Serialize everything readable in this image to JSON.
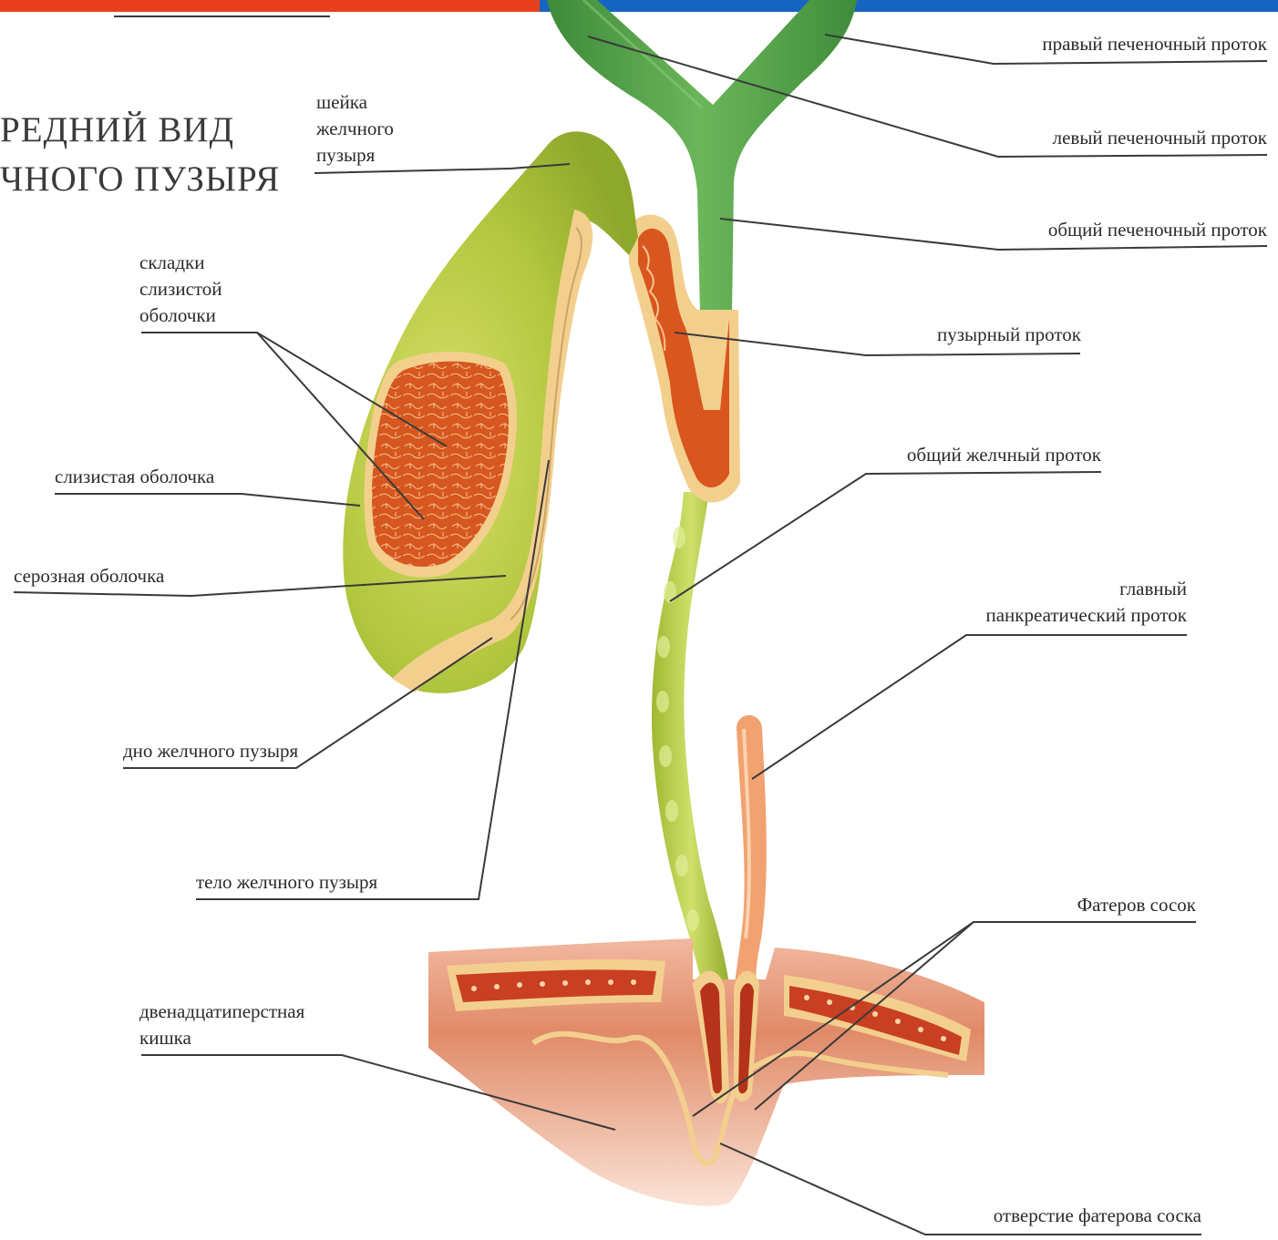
{
  "colors": {
    "bar_left": "#e8401c",
    "bar_right": "#1565c0",
    "duct_green": "#55a545",
    "bladder_green": "#a9c53a",
    "bile_lime": "#b5cc3a",
    "mucosa_orange": "#d9561e",
    "wall_cream": "#f3cf8e",
    "duodenum_red": "#d66a4a",
    "pancreatic_peach": "#f2a170",
    "leader_line": "#3a3a3a"
  },
  "title": {
    "line1": "РЕДНИЙ ВИД",
    "line2": "ЧНОГО ПУЗЫРЯ"
  },
  "labels": {
    "neck": [
      "шейка",
      "желчного",
      "пузыря"
    ],
    "right_hepatic": "правый печеночный проток",
    "left_hepatic": "левый печеночный проток",
    "common_hepatic": "общий печеночный проток",
    "cystic_duct": "пузырный проток",
    "common_bile": "общий желчный проток",
    "pancreatic": [
      "главный",
      "панкреатический проток"
    ],
    "mucosa_folds": [
      "складки",
      "слизистой",
      "оболочки"
    ],
    "mucosa": "слизистая оболочка",
    "serosa": "серозная оболочка",
    "fundus": "дно желчного пузыря",
    "body": "тело желчного пузыря",
    "vater_papilla": "Фатеров сосок",
    "duodenum": [
      "двенадцатиперстная",
      "кишка"
    ],
    "papilla_opening": "отверстие фатерова соска"
  }
}
